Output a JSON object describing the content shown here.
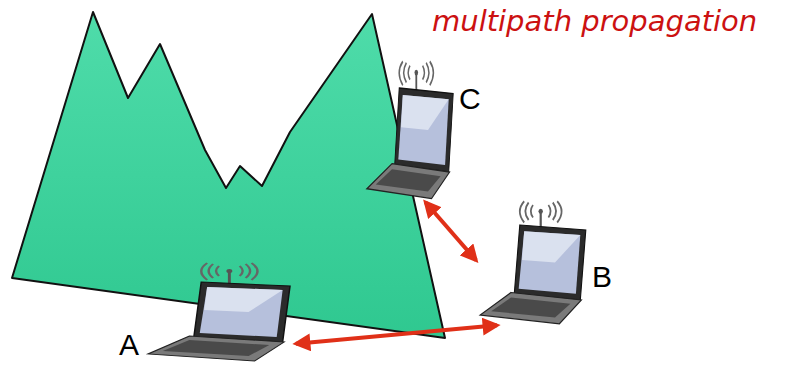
{
  "diagram": {
    "title": "multipath propagation",
    "nodes": [
      {
        "text": [
          "C"
        ]
      },
      {
        "text": [
          "B"
        ]
      },
      {
        "text": [
          "A"
        ]
      }
    ],
    "edges": [
      {
        "from": 0,
        "to": 1,
        "arrow": "both"
      },
      {
        "from": 2,
        "to": 1,
        "arrow": "both"
      }
    ]
  }
}
